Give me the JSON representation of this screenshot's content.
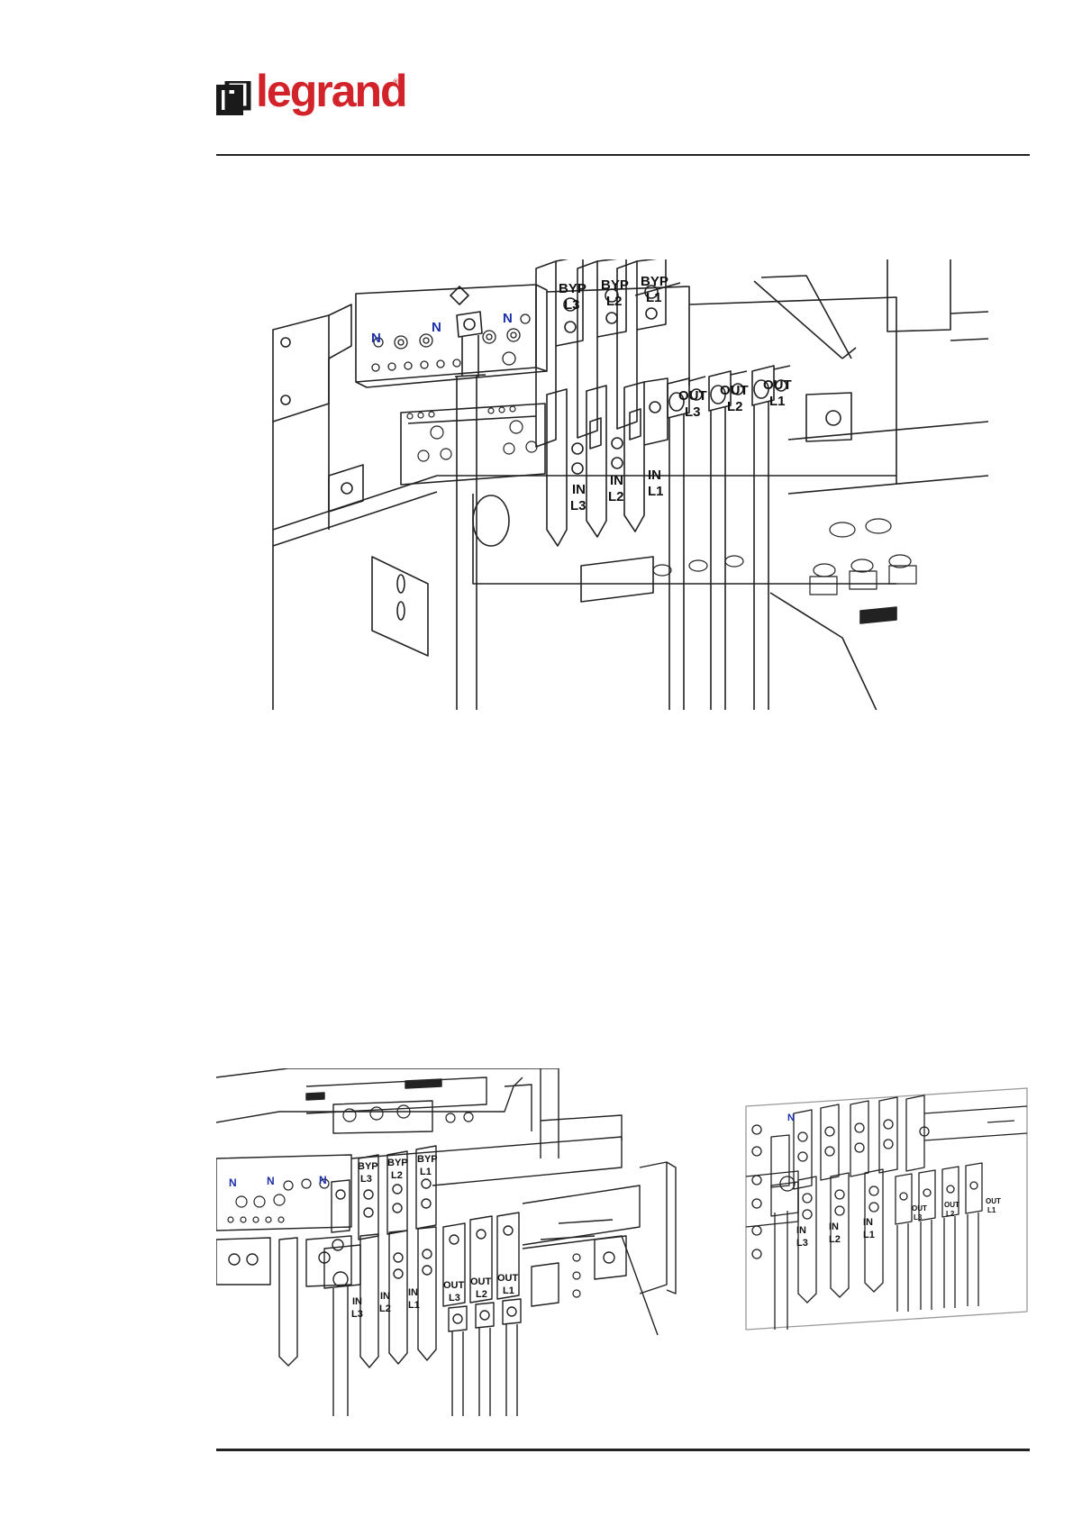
{
  "header": {
    "logo_text": "legrand",
    "logo_mark": "legrand-square-icon",
    "registered": "®",
    "brand_color": "#d2232a"
  },
  "figure1": {
    "neutral_labels": [
      "N",
      "N",
      "N"
    ],
    "bypass_labels": [
      [
        "BYP",
        "L3"
      ],
      [
        "BYP",
        "L2"
      ],
      [
        "BYP",
        "L1"
      ]
    ],
    "input_labels": [
      [
        "IN",
        "L3"
      ],
      [
        "IN",
        "L2"
      ],
      [
        "IN",
        "L1"
      ]
    ],
    "output_labels": [
      [
        "OUT",
        "L3"
      ],
      [
        "OUT",
        "L2"
      ],
      [
        "OUT",
        "L1"
      ]
    ],
    "neutral_color": "#1b2fa8"
  },
  "figure2": {
    "neutral_labels": [
      "N",
      "N",
      "N"
    ],
    "bypass_labels": [
      [
        "BYP",
        "L3"
      ],
      [
        "BYP",
        "L2"
      ],
      [
        "BYP",
        "L1"
      ]
    ],
    "input_labels": [
      [
        "IN",
        "L3"
      ],
      [
        "IN",
        "L2"
      ],
      [
        "IN",
        "L1"
      ]
    ],
    "output_labels": [
      [
        "OUT",
        "L3"
      ],
      [
        "OUT",
        "L2"
      ],
      [
        "OUT",
        "L1"
      ]
    ]
  },
  "figure3": {
    "neutral_labels": [
      "N"
    ],
    "input_labels": [
      [
        "IN",
        "L3"
      ],
      [
        "IN",
        "L2"
      ],
      [
        "IN",
        "L1"
      ]
    ],
    "output_labels": [
      [
        "OUT",
        "L3"
      ],
      [
        "OUT",
        "L2"
      ],
      [
        "OUT",
        "L1"
      ]
    ]
  }
}
